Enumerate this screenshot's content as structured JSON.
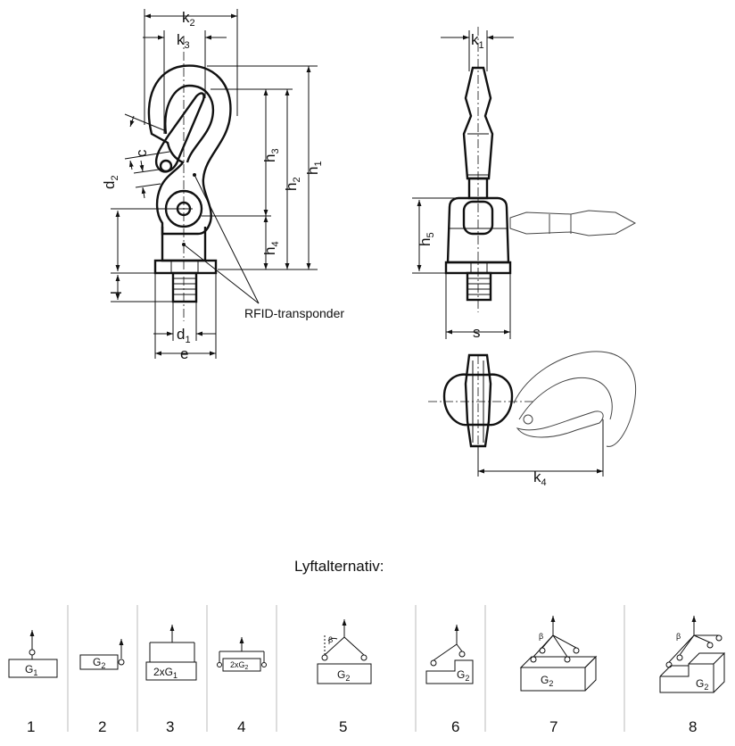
{
  "dimensions": {
    "k2": {
      "main": "k",
      "sub": "2"
    },
    "k3": {
      "main": "k",
      "sub": "3"
    },
    "k1": {
      "main": "k",
      "sub": "1"
    },
    "k4": {
      "main": "k",
      "sub": "4"
    },
    "c": "c",
    "d2": {
      "main": "d",
      "sub": "2"
    },
    "h1": {
      "main": "h",
      "sub": "1"
    },
    "h2": {
      "main": "h",
      "sub": "2"
    },
    "h3": {
      "main": "h",
      "sub": "3"
    },
    "h4": {
      "main": "h",
      "sub": "4"
    },
    "h5": {
      "main": "h",
      "sub": "5"
    },
    "l": "l",
    "d1": {
      "main": "d",
      "sub": "1"
    },
    "e": "e",
    "s": "s"
  },
  "rfid_label": "RFID-transponder",
  "lifting_title": "Lyftalternativ:",
  "lifting_options": [
    {
      "number": "1",
      "load_main": "G",
      "load_sub": "1"
    },
    {
      "number": "2",
      "load_main": "G",
      "load_sub": "2"
    },
    {
      "number": "3",
      "load_main": "2xG",
      "load_sub": "1"
    },
    {
      "number": "4",
      "load_main": "2xG",
      "load_sub": "2"
    },
    {
      "number": "5",
      "load_main": "G",
      "load_sub": "2",
      "angle": "β"
    },
    {
      "number": "6",
      "load_main": "G",
      "load_sub": "2"
    },
    {
      "number": "7",
      "load_main": "G",
      "load_sub": "2",
      "angle": "β"
    },
    {
      "number": "8",
      "load_main": "G",
      "load_sub": "2",
      "angle": "β"
    }
  ]
}
